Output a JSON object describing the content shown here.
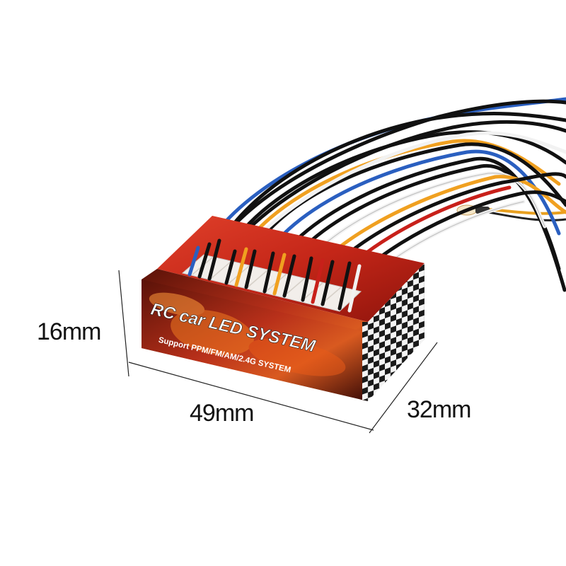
{
  "product": {
    "title": "RC car LED SYSTEM",
    "subtitle": "Support  PPM/FM/AM/2.4G SYSTEM"
  },
  "dimensions": {
    "height": "16mm",
    "width": "49mm",
    "depth": "32mm"
  },
  "colors": {
    "case_top": "#c8281c",
    "case_front": "#3a0d08",
    "wire_black": "#111111",
    "wire_blue": "#2a5fc0",
    "wire_white": "#f2f2f2",
    "wire_orange": "#f0a020",
    "wire_red": "#c8201a"
  }
}
